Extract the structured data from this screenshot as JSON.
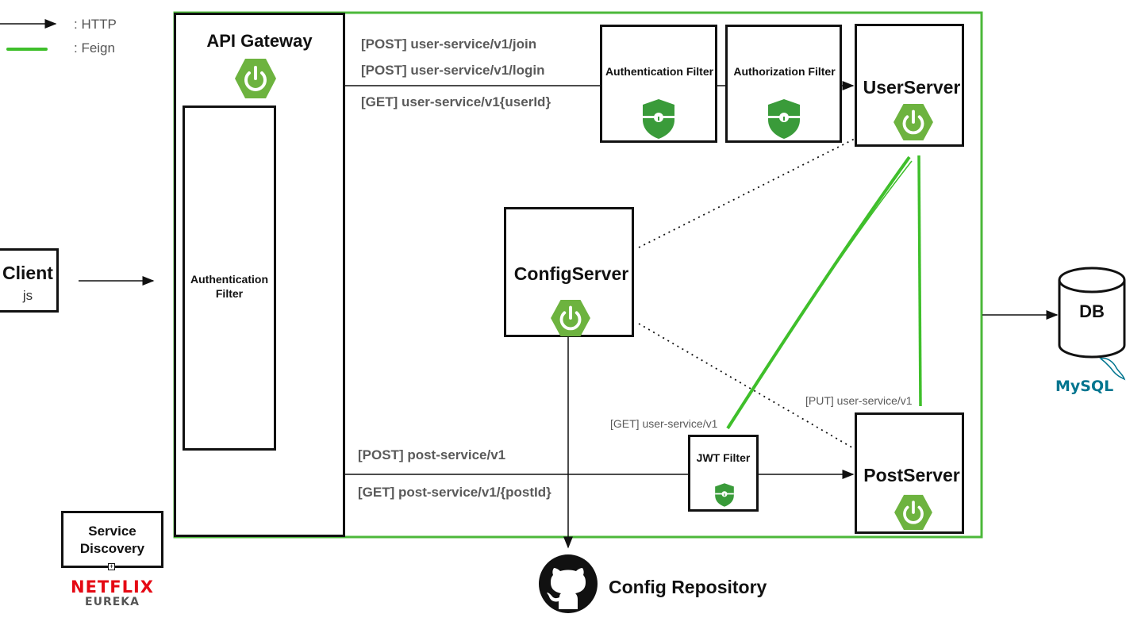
{
  "legend": {
    "http_label": ": HTTP",
    "feign_label": ": Feign"
  },
  "client": {
    "title": "Client",
    "subtitle": "js"
  },
  "api_gateway": {
    "title": "API Gateway",
    "filter_label": "Authentication Filter"
  },
  "service_discovery": {
    "title": "Service Discovery",
    "brand_top": "NETFLIX",
    "brand_bottom": "EUREKA"
  },
  "user_routes": [
    "[POST] user-service/v1/join",
    "[POST] user-service/v1/login",
    "[GET] user-service/v1{userId}"
  ],
  "post_routes": [
    "[POST] post-service/v1",
    "[GET] post-service/v1/{postId}"
  ],
  "filters": {
    "authentication": "Authentication Filter",
    "authorization": "Authorization Filter",
    "jwt": "JWT Filter"
  },
  "user_server": {
    "title": "UserServer"
  },
  "config_server": {
    "title": "ConfigServer"
  },
  "post_server": {
    "title": "PostServer"
  },
  "feign_labels": {
    "get": "[GET] user-service/v1",
    "put": "[PUT] user-service/v1"
  },
  "db": {
    "title": "DB",
    "brand": "MySQL"
  },
  "config_repo": {
    "title": "Config Repository"
  },
  "colors": {
    "boundary": "#4cb83a",
    "spring": "#6db33f",
    "feign": "#3fbf2b",
    "netflix": "#e50914",
    "eureka": "#555555",
    "mysql_blue": "#00758f",
    "mysql_orange": "#f29111"
  }
}
